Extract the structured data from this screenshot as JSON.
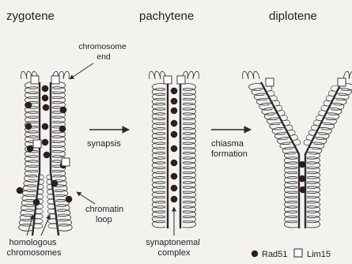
{
  "stages": {
    "zygotene": "zygotene",
    "pachytene": "pachytene",
    "diplotene": "diplotene"
  },
  "labels": {
    "chromosome_end_1": "chromosome",
    "chromosome_end_2": "end",
    "synapsis": "synapsis",
    "chiasma_1": "chiasma",
    "chiasma_2": "formation",
    "chromatin_1": "chromatin",
    "chromatin_2": "loop",
    "homologous_1": "homologous",
    "homologous_2": "chromosomes",
    "synaptonemal_1": "synaptonemal",
    "synaptonemal_2": "complex"
  },
  "legend": {
    "rad51": "Rad51",
    "lim15": "Lim15"
  },
  "colors": {
    "line": "#2a2a2a",
    "rad51": "#2b1e1e",
    "background": "#f3f2ef"
  }
}
